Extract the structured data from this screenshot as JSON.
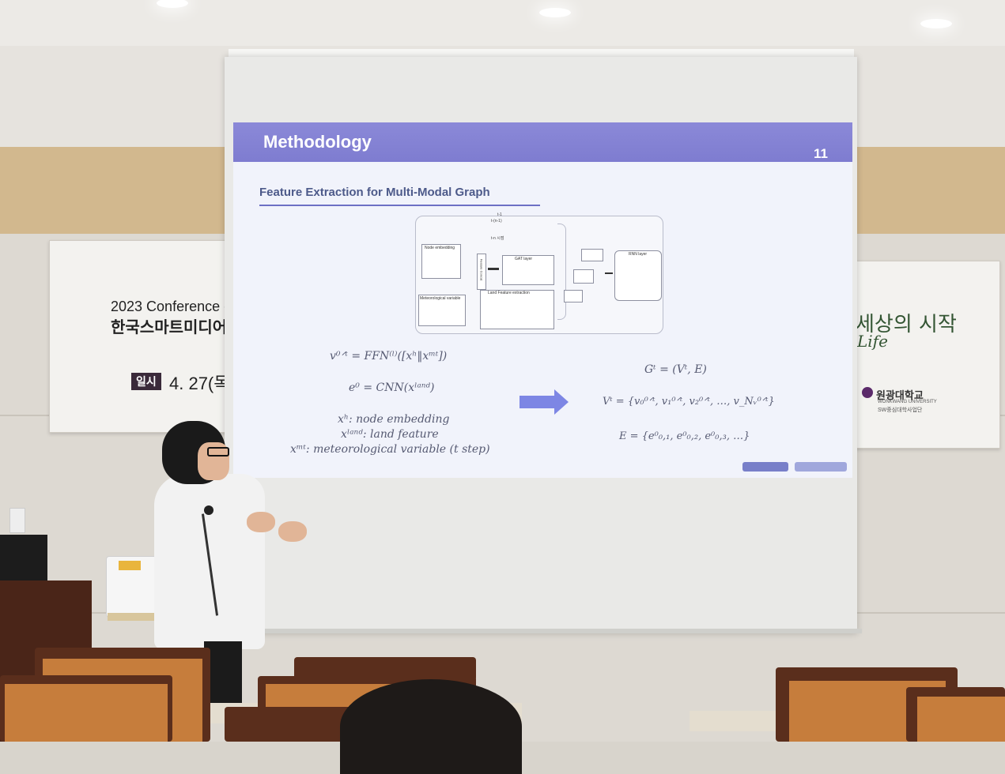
{
  "banner_left": {
    "line1": "2023 Conference o",
    "line2": "한국스마트미디어",
    "date_tag": "일시",
    "date_text": "4. 27(목"
  },
  "banner_right": {
    "line1": "세상의 시작",
    "line2": "Life",
    "logo_name": "원광대학교",
    "logo_en": "WONKWANG UNIVERSITY",
    "logo_sub": "SW중심대학사업단"
  },
  "slide": {
    "title": "Methodology",
    "page_number": "11",
    "subtitle": "Feature Extraction for Multi-Modal Graph",
    "diagram": {
      "step_top": "t-1",
      "step_mid": "t-(n-1)",
      "step_label": "t-n 시점",
      "node_embedding": "Node embedding",
      "feature_concat": "Feature Concat",
      "gat_layer": "GAT layer",
      "meteorological": "Meteorological variable",
      "land_feature": "Land Feature extraction",
      "rnn_layer": "RNN layer"
    },
    "eq_left_1": "v⁰ᐟᵗ = FFN⁽ˡ⁾([xʰ‖xᵐᵗ])",
    "eq_left_2": "e⁰ = CNN(xˡᵃⁿᵈ)",
    "def_1": "xʰ: node embedding",
    "def_2": "xˡᵃⁿᵈ: land feature",
    "def_3": "xᵐᵗ: meteorological variable (t step)",
    "eq_right_1": "Gᵗ = (Vᵗ, E)",
    "eq_right_2": "Vᵗ = {v₀⁰ᐟᵗ, v₁⁰ᐟᵗ, v₂⁰ᐟᵗ, …, v_Nᵥ⁰ᐟᵗ}",
    "eq_right_3": "E = {e⁰₀,₁, e⁰₀,₂, e⁰₀,₃, …}"
  },
  "colors": {
    "slide_header": "#8b89d8",
    "slide_accent": "#7d86e4",
    "slide_background": "#f1f3fb"
  }
}
